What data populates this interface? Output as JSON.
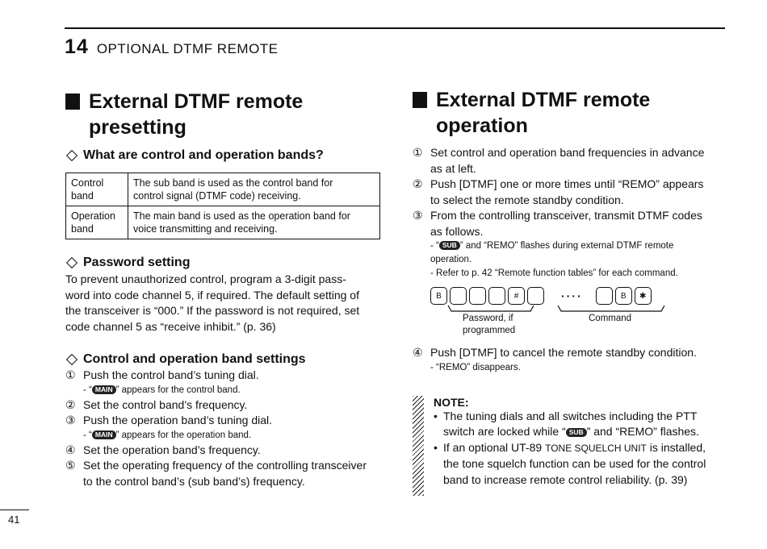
{
  "header": {
    "chapter_number": "14",
    "chapter_title": "OPTIONAL DTMF REMOTE"
  },
  "page_number": "41",
  "left": {
    "section_title_line1": "External DTMF remote",
    "section_title_line2": "presetting",
    "bands_title": "What are control and operation bands?",
    "bands_table": [
      {
        "label_line1": "Control",
        "label_line2": "band",
        "text_line1": "The sub band is used as the control band for",
        "text_line2": "control signal (DTMF code) receiving."
      },
      {
        "label_line1": "Operation",
        "label_line2": "band",
        "text_line1": "The main band is used as the operation band for",
        "text_line2": "voice transmitting and receiving."
      }
    ],
    "password_title": "Password setting",
    "password_lines": [
      "To prevent unauthorized control, program a 3-digit pass-",
      "word into code channel 5, if required. The default setting of",
      "the transceiver is “000.” If the password is not required, set",
      "code channel 5 as “receive inhibit.” (p. 36)"
    ],
    "settings_title": "Control and operation band settings",
    "steps": {
      "s1_num": "①",
      "s1": "Push the control band’s tuning dial.",
      "s1_note_pre": "- “",
      "s1_badge": "MAIN",
      "s1_note_post": "” appears for the control band.",
      "s2_num": "②",
      "s2": "Set the control band’s frequency.",
      "s3_num": "③",
      "s3": "Push the operation band’s tuning dial.",
      "s3_note_pre": "- “",
      "s3_badge": "MAIN",
      "s3_note_post": "” appears for the operation band.",
      "s4_num": "④",
      "s4": "Set the operation band’s frequency.",
      "s5_num": "⑤",
      "s5_line1": "Set the operating frequency of the controlling transceiver",
      "s5_line2": "to the control band’s (sub band’s) frequency."
    }
  },
  "right": {
    "section_title_line1": "External DTMF remote",
    "section_title_line2": "operation",
    "steps": {
      "s1_num": "①",
      "s1_line1": "Set control and operation band frequencies in advance",
      "s1_line2": "as at left.",
      "s2_num": "②",
      "s2_line1": "Push [DTMF] one or more times until “REMO” appears",
      "s2_line2": "to select the remote standby condition.",
      "s3_num": "③",
      "s3_line1": "From the controlling transceiver, transmit DTMF codes",
      "s3_line2": "as follows.",
      "s3_note1_pre": "- “",
      "s3_badge": "SUB",
      "s3_note1_post": "” and “REMO” flashes during external DTMF remote",
      "s3_note1_line2": "operation.",
      "s3_note2": "- Refer to p. 42 “Remote function tables” for each command.",
      "s4_num": "④",
      "s4": "Push [DTMF] to cancel the remote standby condition.",
      "s4_note": "- “REMO” disappears."
    },
    "keys": {
      "k1": "B",
      "k2": "",
      "k3": "",
      "k4": "",
      "k5": "#",
      "k6": "",
      "dots": "····",
      "k7": "",
      "k8": "B",
      "k9": "✱"
    },
    "password_label_line1": "Password, if",
    "password_label_line2": "programmed",
    "command_label": "Command",
    "note": {
      "title": "NOTE:",
      "b1_line1": "The tuning dials and all switches including the PTT",
      "b1_line2_pre": "switch are locked while “",
      "b1_badge": "SUB",
      "b1_line2_post": "” and “REMO” flashes.",
      "b2_line1_pre": "If an optional UT-89 ",
      "b2_line1_sc": "TONE SQUELCH UNIT",
      "b2_line1_post": " is installed,",
      "b2_line2": "the tone squelch function can be used for the control",
      "b2_line3": "band to increase remote control reliability. (p. 39)"
    }
  }
}
